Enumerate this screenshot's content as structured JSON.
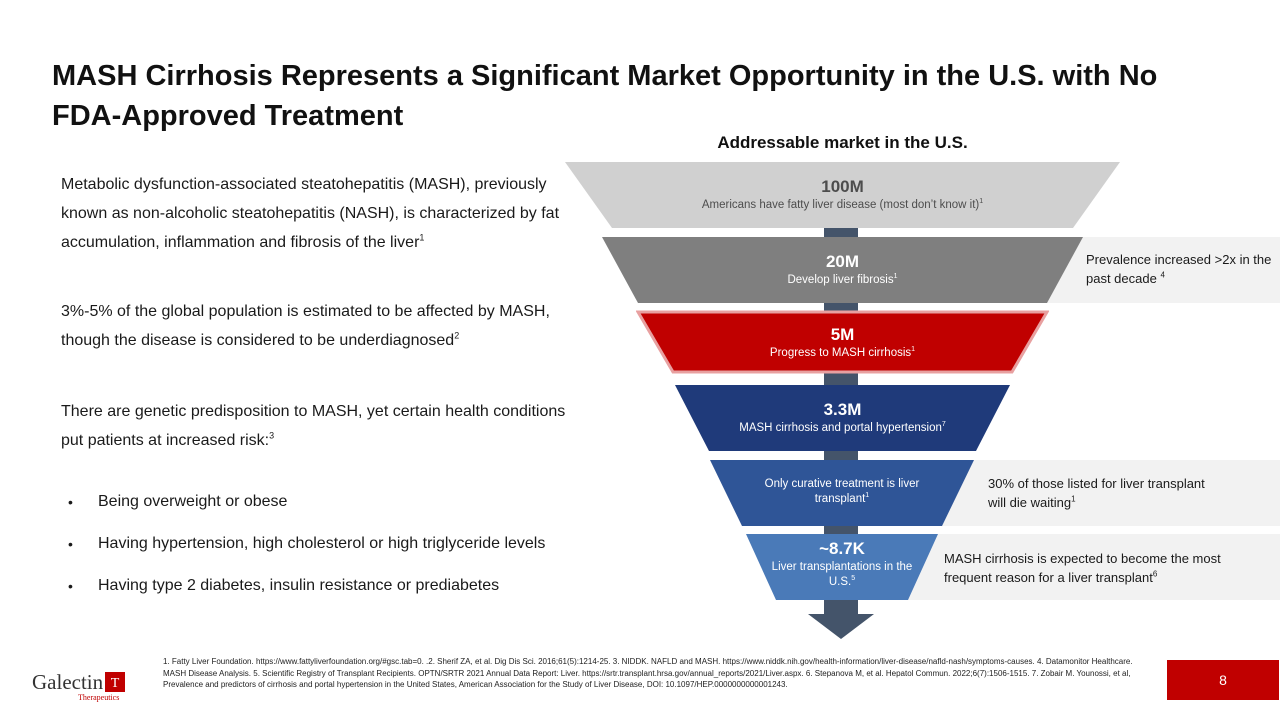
{
  "title": "MASH Cirrhosis Represents a Significant Market Opportunity in the U.S. with No FDA-Approved Treatment",
  "funnel_heading": "Addressable market in the U.S.",
  "paragraphs": [
    {
      "text": "Metabolic dysfunction-associated steatohepatitis (MASH), previously known as non-alcoholic steatohepatitis (NASH), is characterized by fat accumulation, inflammation and fibrosis of the liver",
      "sup": "1"
    },
    {
      "text": "3%-5% of the global population is estimated to be affected by MASH, though the disease is considered to be underdiagnosed",
      "sup": "2"
    },
    {
      "text": "There are genetic predisposition to MASH, yet certain health conditions put patients at increased risk:",
      "sup": "3"
    }
  ],
  "bullets": [
    "Being overweight or obese",
    "Having hypertension, high cholesterol or high triglyceride levels",
    "Having type 2 diabetes, insulin resistance or prediabetes"
  ],
  "bullet_icon": "bullet-dot",
  "tiers": [
    {
      "value": "100M",
      "label": "Americans have fatty liver disease  (most don’t know it)",
      "sup": "1",
      "color": "#d0d0d0"
    },
    {
      "value": "20M",
      "label": "Develop liver fibrosis",
      "sup": "1",
      "color": "#7f7f7f"
    },
    {
      "value": "5M",
      "label": "Progress to MASH cirrhosis",
      "sup": "1",
      "color": "#c00000"
    },
    {
      "value": "3.3M",
      "label": "MASH cirrhosis and portal hypertension",
      "sup": "7",
      "color": "#1f3a7a"
    },
    {
      "value": "",
      "label": "Only curative treatment is liver transplant",
      "sup": "1",
      "color": "#2f5597"
    },
    {
      "value": "~8.7K",
      "label": "Liver transplantations in the U.S.",
      "sup": "5",
      "color": "#4a7ab8"
    }
  ],
  "side_notes": [
    {
      "text": "Prevalence increased >2x in the past decade",
      "sup": "4"
    },
    {
      "text": "30% of those listed for liver transplant will die waiting",
      "sup": "1"
    },
    {
      "text": "MASH cirrhosis is expected to become the most frequent reason for a liver transplant",
      "sup": "6"
    }
  ],
  "footnotes": "1. Fatty Liver Foundation. https://www.fattyliverfoundation.org/#gsc.tab=0. .2. Sherif ZA, et al. Dig Dis Sci. 2016;61(5):1214-25. 3. NIDDK. NAFLD and MASH. https://www.niddk.nih.gov/health-information/liver-disease/nafld-nash/symptoms-causes. 4. Datamonitor Healthcare. MASH Disease Analysis. 5. Scientific Registry of Transplant Recipients. OPTN/SRTR 2021 Annual Data Report: Liver. https://srtr.transplant.hrsa.gov/annual_reports/2021/Liver.aspx. 6. Stepanova M, et al. Hepatol Commun. 2022;6(7):1506-1515. 7. Zobair M. Younossi, et al, Prevalence and predictors of cirrhosis and portal hypertension in the United States, American Association for the Study of Liver Disease, DOI: 10.1097/HEP.0000000000001243.",
  "logo": {
    "name": "Galectin",
    "subtitle": "Therapeutics",
    "icon": "gt-logo-icon"
  },
  "page_number": "8",
  "colors": {
    "accent": "#c00000",
    "stem": "#44546a",
    "side_box": "#f2f2f2"
  }
}
